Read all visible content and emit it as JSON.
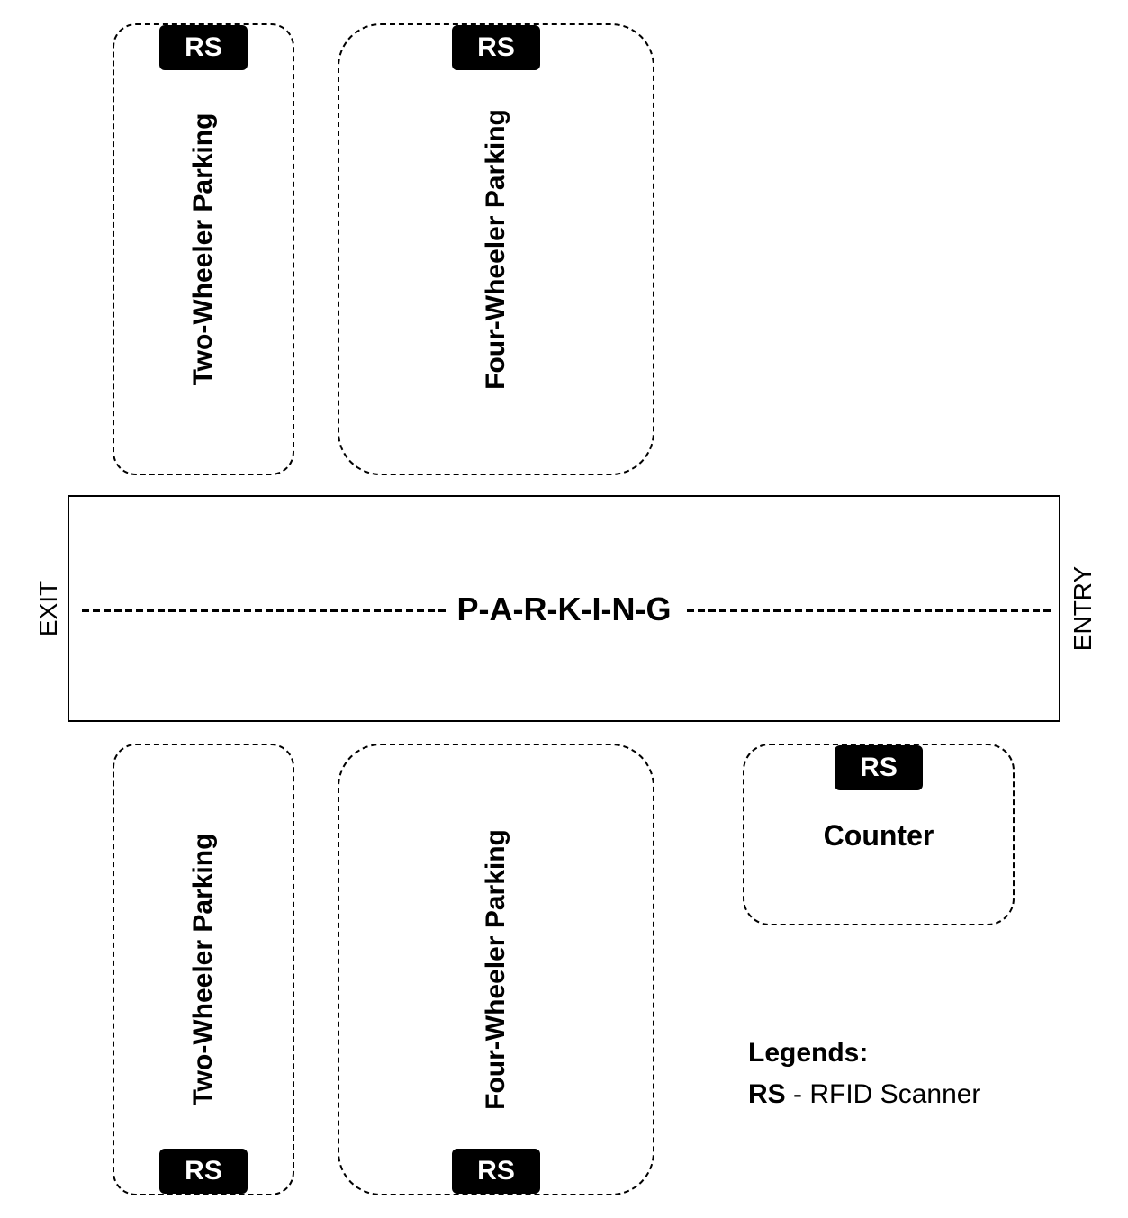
{
  "diagram": {
    "road": {
      "label": "P-A-R-K-I-N-G",
      "exit": "EXIT",
      "entry": "ENTRY"
    },
    "zones": {
      "top_two_wheeler": {
        "label": "Two-Wheeler Parking",
        "badge": "RS"
      },
      "top_four_wheeler": {
        "label": "Four-Wheeler Parking",
        "badge": "RS"
      },
      "bottom_two_wheeler": {
        "label": "Two-Wheeler Parking",
        "badge": "RS"
      },
      "bottom_four_wheeler": {
        "label": "Four-Wheeler Parking",
        "badge": "RS"
      },
      "counter": {
        "label": "Counter",
        "badge": "RS"
      }
    },
    "legend": {
      "title": "Legends:",
      "items": [
        {
          "abbr": "RS",
          "separator": " - ",
          "meaning": "RFID Scanner"
        }
      ]
    }
  }
}
